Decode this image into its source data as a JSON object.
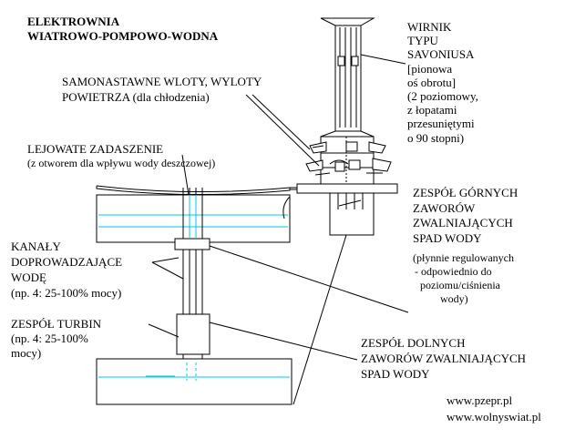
{
  "title": {
    "line1": "ELEKTROWNIA",
    "line2": "WIATROWO-POMPOWO-WODNA"
  },
  "labels": {
    "savonius": {
      "lines": [
        "WIRNIK",
        "TYPU",
        "SAVONIUSA",
        "[pionowa",
        "oś obrotu]",
        "(2 poziomowy,",
        "z łopatami",
        "przesuniętymi",
        "o 90 stopni)"
      ]
    },
    "vents": {
      "lines": [
        "SAMONASTAWNE WLOTY, WYLOTY",
        "POWIETRZA (dla chłodzenia)"
      ]
    },
    "roof": {
      "lines": [
        "LEJOWATE ZADASZENIE",
        "(z otworem dla wpływu wody deszczowej)"
      ]
    },
    "upper_valves": {
      "lines": [
        "ZESPÓŁ GÓRNYCH",
        "ZAWORÓW",
        "ZWALNIAJĄCYCH",
        "SPAD WODY"
      ],
      "note_lines": [
        "(płynnie regulowanych",
        "- odpowiednio do",
        "poziomu/ciśnienia",
        "wody)"
      ]
    },
    "channels": {
      "lines": [
        "KANAŁY",
        "DOPROWADZAJĄCE",
        "WODĘ"
      ],
      "note": "(np. 4: 25-100% mocy)"
    },
    "turbines": {
      "lines": [
        "ZESPÓŁ TURBIN",
        "(np. 4: 25-100%",
        "mocy)"
      ]
    },
    "lower_valves": {
      "lines": [
        "ZESPÓŁ DOLNYCH",
        "ZAWORÓW ZWALNIAJĄCYCH",
        "SPAD WODY"
      ]
    }
  },
  "urls": [
    "www.pzepr.pl",
    "www.wolnyswiat.pl"
  ],
  "colors": {
    "ink": "#000000",
    "water": "#00c8e8",
    "background": "#ffffff"
  }
}
